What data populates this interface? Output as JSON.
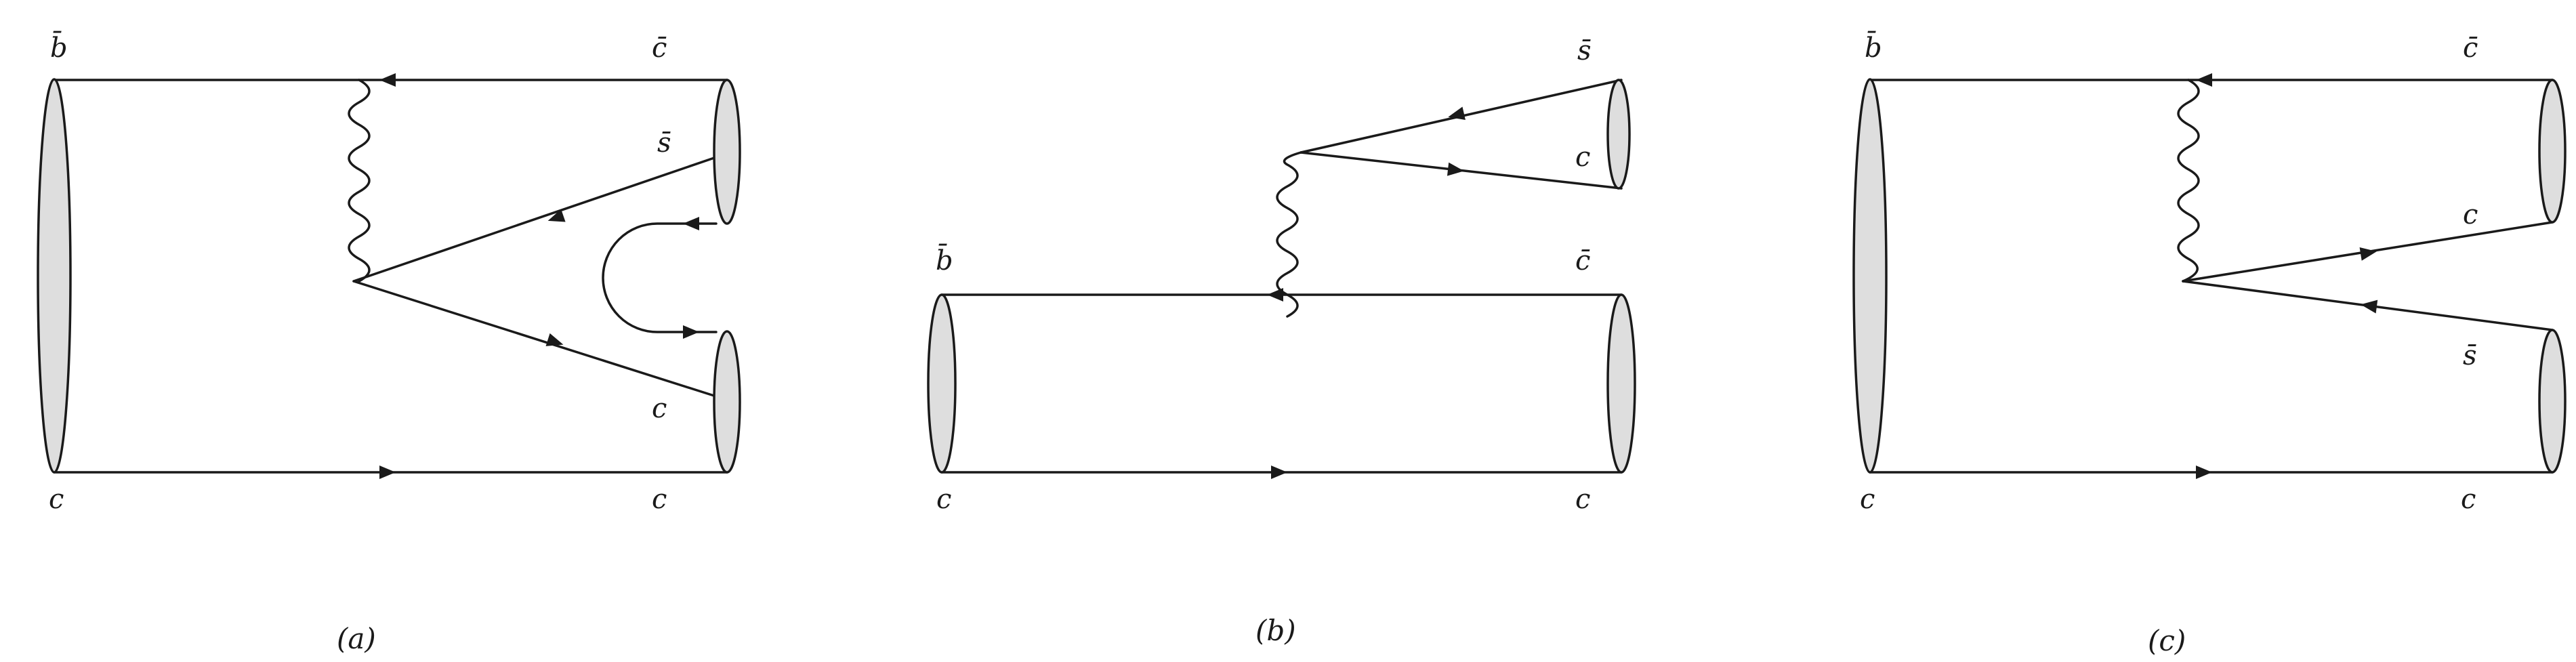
{
  "diagrams": [
    {
      "caption": "(a)",
      "labels": {
        "top_left": "b̄",
        "top_right": "c̄",
        "mid_right": "s̄",
        "lower_right": "c",
        "bottom_left": "c",
        "bottom_right": "c"
      }
    },
    {
      "caption": "(b)",
      "labels": {
        "upper_top": "s̄",
        "upper_mid": "c",
        "top_left": "b̄",
        "top_right": "c̄",
        "bottom_left": "c",
        "bottom_right": "c"
      }
    },
    {
      "caption": "(c)",
      "labels": {
        "top_left": "b̄",
        "top_right": "c̄",
        "mid_right": "c",
        "lower_right": "s̄",
        "bottom_left": "c",
        "bottom_right": "c"
      }
    }
  ],
  "colors": {
    "line": "#1a1a1a",
    "blob_fill": "#dedede"
  }
}
